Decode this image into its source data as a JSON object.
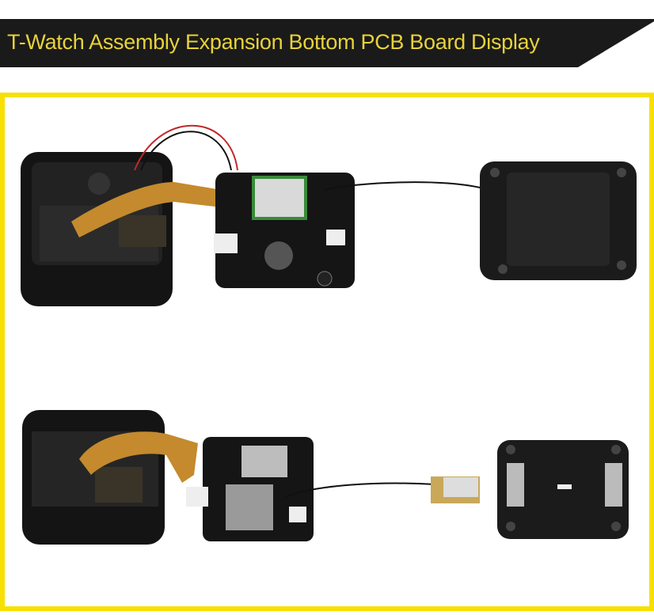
{
  "header": {
    "title": "T-Watch Assembly Expansion Bottom PCB Board Display",
    "background_color": "#1a1a1a",
    "title_color": "#e8d23a"
  },
  "frame": {
    "border_color": "#f7e000"
  },
  "products": [
    {
      "name": "watch-case-with-sim-module",
      "icon": "watch-case"
    },
    {
      "name": "sim-expansion-board",
      "icon": "pcb-board"
    },
    {
      "name": "bottom-cover-top",
      "icon": "bottom-cover"
    },
    {
      "name": "watch-case-with-gps-module",
      "icon": "watch-case"
    },
    {
      "name": "gps-expansion-board",
      "icon": "pcb-board"
    },
    {
      "name": "gps-antenna",
      "icon": "antenna"
    },
    {
      "name": "bottom-cover-magnets",
      "icon": "bottom-cover"
    }
  ]
}
